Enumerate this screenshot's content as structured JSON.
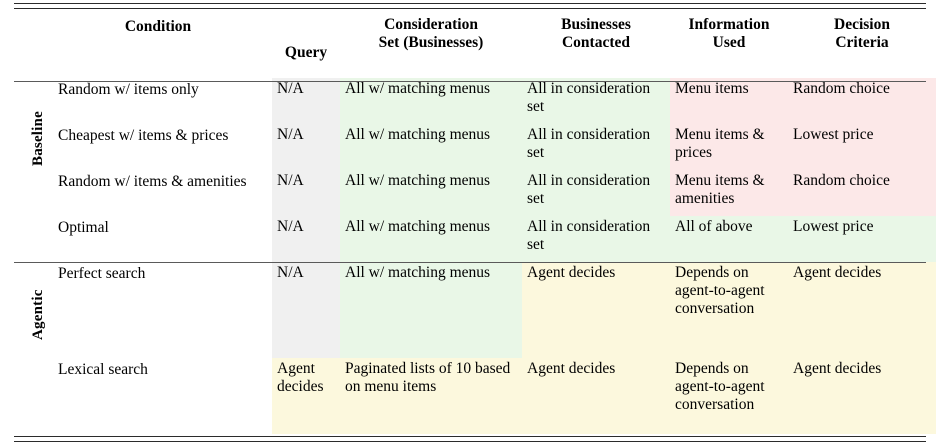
{
  "table": {
    "headers": {
      "condition": "Condition",
      "query": "Query",
      "consideration_set_line1": "Consideration",
      "consideration_set_line2": "Set (Businesses)",
      "businesses_contacted_line1": "Businesses",
      "businesses_contacted_line2": "Contacted",
      "information_used_line1": "Information",
      "information_used_line2": "Used",
      "decision_criteria_line1": "Decision",
      "decision_criteria_line2": "Criteria"
    },
    "groups": [
      {
        "label": "Baseline",
        "rows": [
          {
            "condition": "Random w/ items only",
            "query": "N/A",
            "consideration_set": "All w/ matching menus",
            "businesses_contacted": "All in consideration set",
            "information_used": "Menu items",
            "decision_criteria": "Random choice",
            "tints": {
              "condition": "none",
              "query": "gray",
              "consideration_set": "green",
              "businesses_contacted": "green",
              "information_used": "pink",
              "decision_criteria": "pink"
            }
          },
          {
            "condition": "Cheapest w/ items & prices",
            "query": "N/A",
            "consideration_set": "All w/ matching menus",
            "businesses_contacted": "All in consideration set",
            "information_used": "Menu items & prices",
            "decision_criteria": "Lowest price",
            "tints": {
              "condition": "none",
              "query": "gray",
              "consideration_set": "green",
              "businesses_contacted": "green",
              "information_used": "pink",
              "decision_criteria": "pink"
            }
          },
          {
            "condition": "Random w/ items & amenities",
            "query": "N/A",
            "consideration_set": "All w/ matching menus",
            "businesses_contacted": "All in consideration set",
            "information_used": "Menu items & amenities",
            "decision_criteria": "Random choice",
            "tints": {
              "condition": "none",
              "query": "gray",
              "consideration_set": "green",
              "businesses_contacted": "green",
              "information_used": "pink",
              "decision_criteria": "pink"
            }
          },
          {
            "condition": "Optimal",
            "query": "N/A",
            "consideration_set": "All w/ matching menus",
            "businesses_contacted": "All in consideration set",
            "information_used": "All of above",
            "decision_criteria": "Lowest price",
            "tints": {
              "condition": "none",
              "query": "gray",
              "consideration_set": "green",
              "businesses_contacted": "green",
              "information_used": "green",
              "decision_criteria": "green"
            }
          }
        ]
      },
      {
        "label": "Agentic",
        "rows": [
          {
            "condition": "Perfect search",
            "query": "N/A",
            "consideration_set": "All w/ matching menus",
            "businesses_contacted": "Agent decides",
            "information_used": "Depends on agent-to-agent conversation",
            "decision_criteria": "Agent decides",
            "tints": {
              "condition": "none",
              "query": "gray",
              "consideration_set": "green",
              "businesses_contacted": "cream",
              "information_used": "cream",
              "decision_criteria": "cream"
            }
          },
          {
            "condition": "Lexical search",
            "query": "Agent decides",
            "consideration_set": "Paginated lists of 10 based on menu items",
            "businesses_contacted": "Agent decides",
            "information_used": "Depends on agent-to-agent conversation",
            "decision_criteria": "Agent decides",
            "tints": {
              "condition": "none",
              "query": "cream",
              "consideration_set": "cream",
              "businesses_contacted": "cream",
              "information_used": "cream",
              "decision_criteria": "cream"
            }
          }
        ]
      }
    ],
    "colors": {
      "tint_gray": "#f0f0f0",
      "tint_green": "#e9f7e7",
      "tint_pink": "#fce8e8",
      "tint_cream": "#fcf8dd",
      "rule": "#2b2b2b",
      "text": "#000000"
    }
  }
}
